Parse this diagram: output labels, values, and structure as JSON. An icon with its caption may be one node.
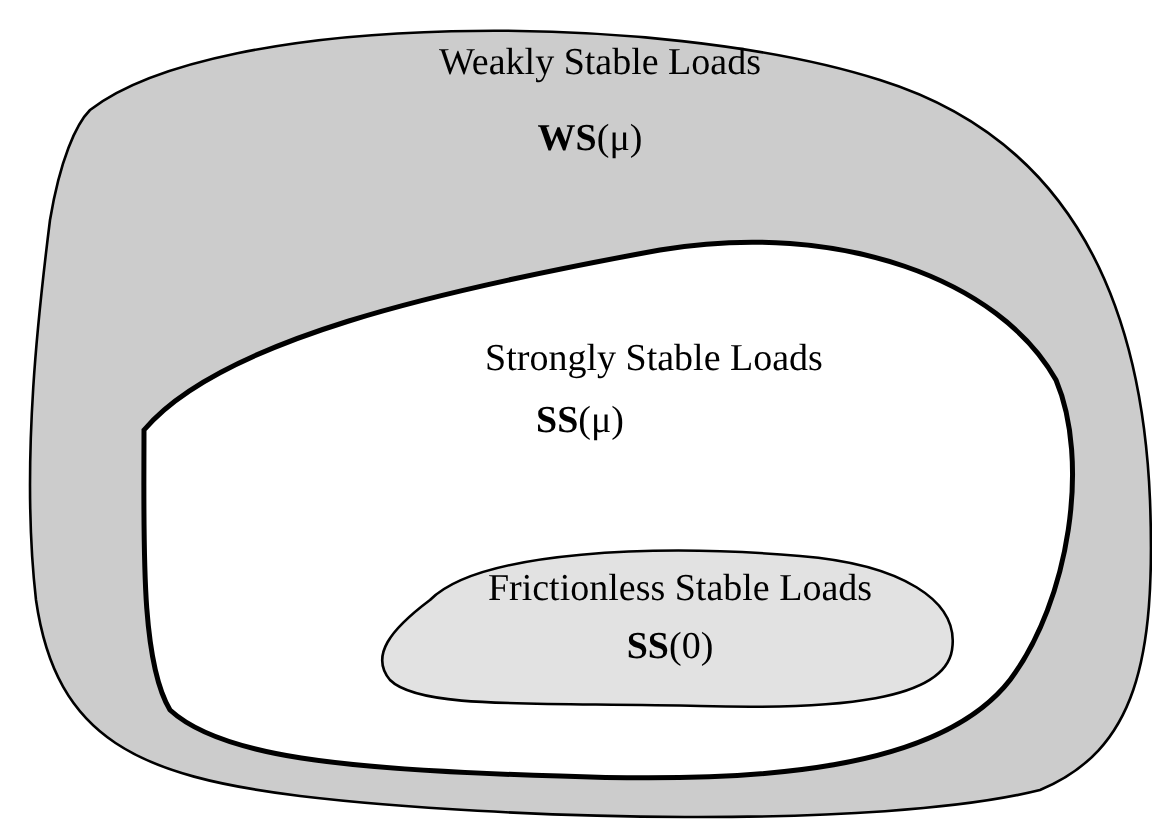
{
  "diagram": {
    "nodes": [
      {
        "text": [
          "Weakly Stable Loads",
          "**WS**(μ)"
        ]
      },
      {
        "text": [
          "Strongly Stable Loads",
          "**SS**(μ)"
        ],
        "in": 0
      },
      {
        "text": [
          "Frictionless Stable Loads",
          "**SS**(0)"
        ],
        "in": 1
      }
    ]
  }
}
